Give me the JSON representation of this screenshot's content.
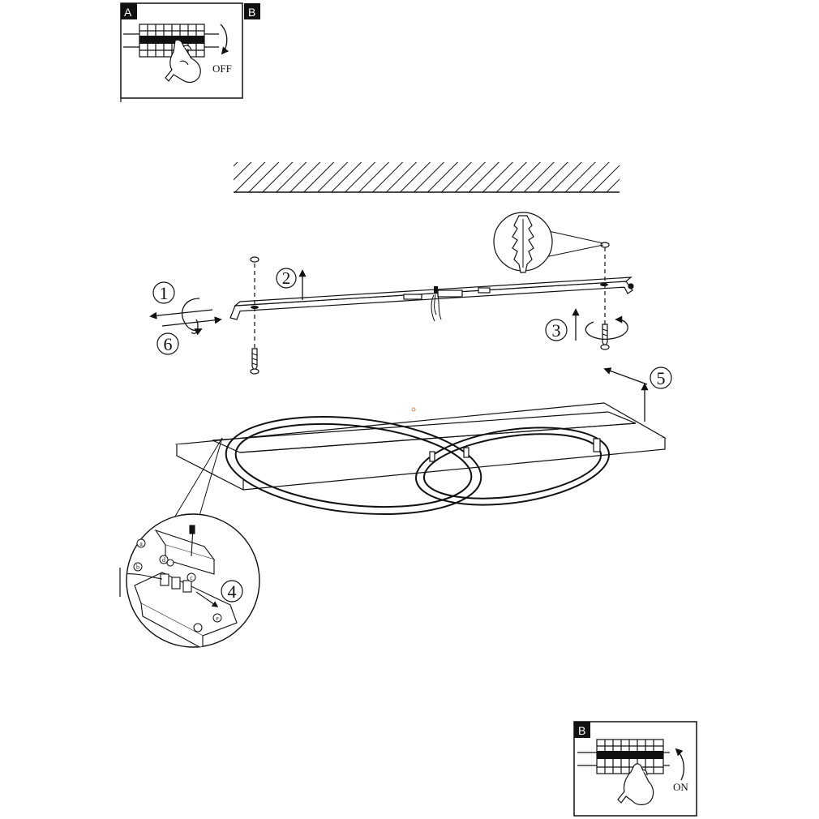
{
  "top_panel": {
    "corner_left": "A",
    "corner_right": "B",
    "switch_text": "OFF"
  },
  "bottom_panel": {
    "corner": "B",
    "switch_text": "ON"
  },
  "steps": [
    "1",
    "2",
    "3",
    "4",
    "5",
    "6"
  ],
  "detail_steps": [
    "a",
    "b",
    "c",
    "d",
    "e"
  ],
  "colors": {
    "ink": "#111111",
    "background": "#ffffff"
  }
}
